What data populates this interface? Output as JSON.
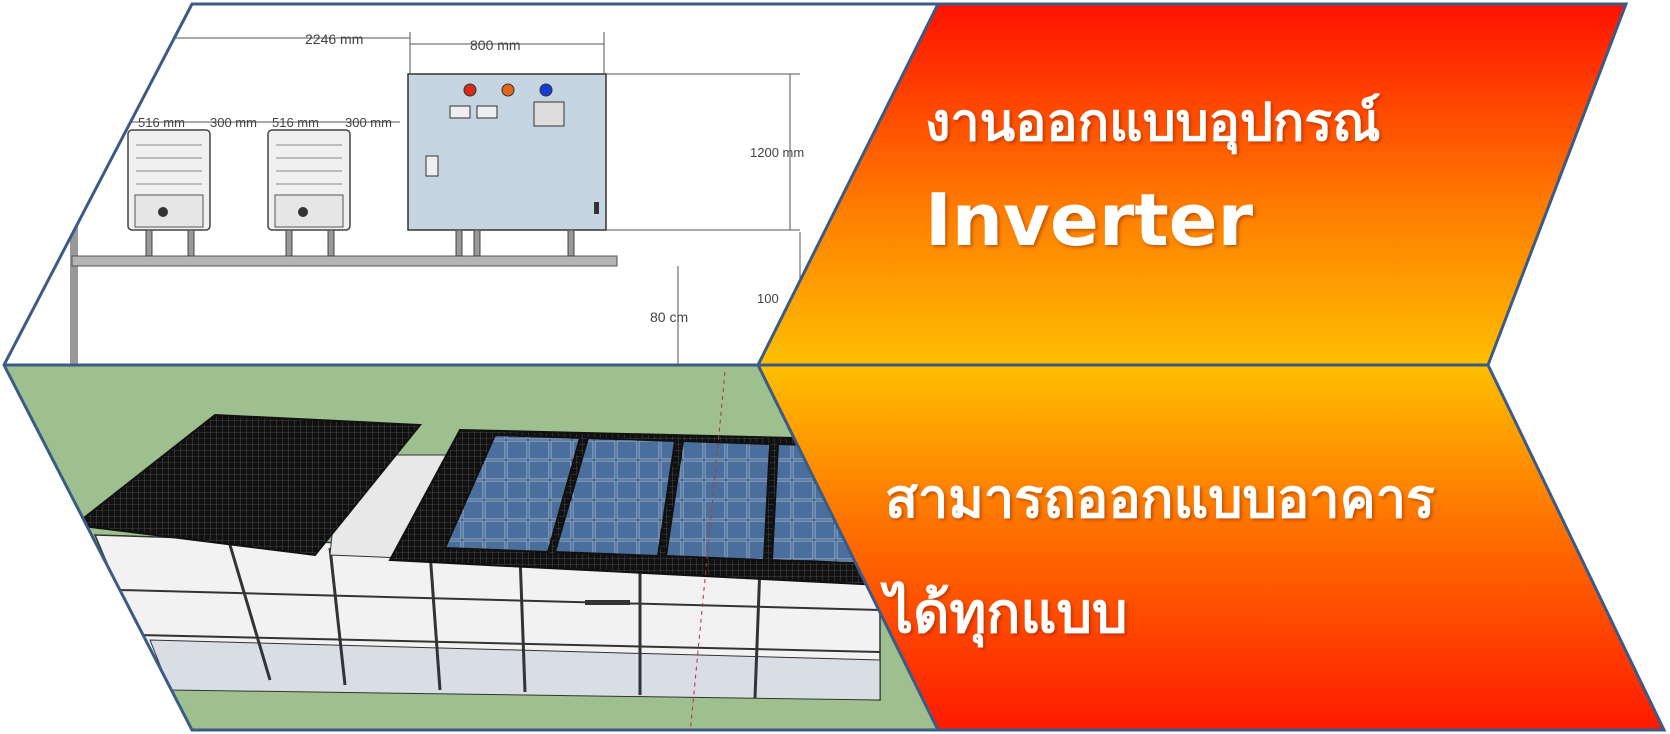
{
  "banner": {
    "top_panel": {
      "heading": "งานออกแบบอุปกรณ์",
      "subheading": "Inverter"
    },
    "bottom_panel": {
      "line1": "สามารถออกแบบอาคาร",
      "line2": "ได้ทุกแบบ"
    }
  },
  "drawing": {
    "dimensions": {
      "total_width": "2246 mm",
      "cabinet_width": "800 mm",
      "cabinet_height": "1200 mm",
      "inverter_a": "516 mm",
      "gap_a": "300 mm",
      "inverter_b": "516 mm",
      "gap_b": "300 mm",
      "shelf_height": "80 cm",
      "side_height": "100"
    }
  },
  "colors": {
    "panel_gradient_top": "#ff1a00",
    "panel_gradient_mid": "#ffb800",
    "border": "#3a5b86",
    "ground": "#9ec08e",
    "cabinet": "#c5d5e2",
    "solar_cell": "#2f4f78"
  }
}
